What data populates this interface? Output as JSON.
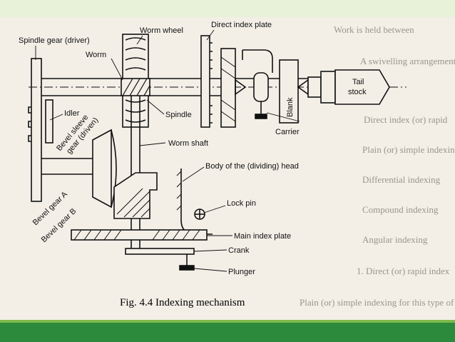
{
  "diagram": {
    "caption": "Fig. 4.4 Indexing mechanism",
    "labels": {
      "spindle_gear": "Spindle gear (driver)",
      "worm_wheel": "Worm wheel",
      "direct_index_plate": "Direct index plate",
      "worm": "Worm",
      "tail_stock_1": "Tail",
      "tail_stock_2": "stock",
      "idler": "Idler",
      "bevel_sleeve_1": "Bevel sleeve",
      "bevel_sleeve_2": "gear (driven)",
      "spindle": "Spindle",
      "blank": "Blank",
      "carrier": "Carrier",
      "worm_shaft": "Worm shaft",
      "body": "Body of the (dividing) head",
      "bevel_gear_a": "Bevel gear A",
      "bevel_gear_b": "Bevel gear B",
      "lock_pin": "Lock pin",
      "main_index_plate": "Main index plate",
      "crank": "Crank",
      "plunger": "Plunger"
    }
  },
  "background_text": [
    "Work is held between",
    "A swivelling arrangement",
    "Direct index (or) rapid",
    "Plain (or) simple indexing",
    "Differential indexing",
    "Compound indexing",
    "Angular indexing",
    "1. Direct (or) rapid index",
    "Plain (or) simple indexing for this type of"
  ],
  "colors": {
    "top_band": "#e8f2d8",
    "bottom_band": "#2c8a3c",
    "paper": "#f3efe7",
    "ink": "#111111"
  }
}
